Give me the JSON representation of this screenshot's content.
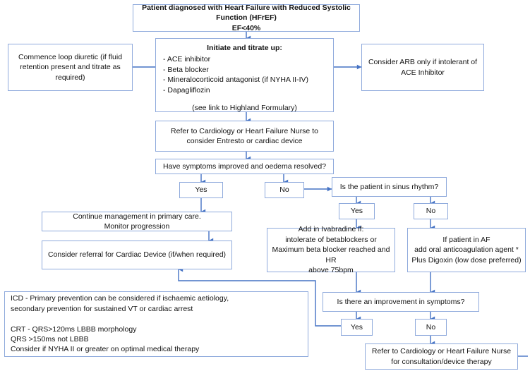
{
  "chart_data": {
    "type": "diagram",
    "title": "Heart Failure with Reduced Systolic Function (HFrEF) management flowchart",
    "nodes": [
      {
        "id": "n1",
        "label": "Patient diagnosed with Heart Failure with Reduced Systolic Function (HFrEF)\nEF<40%"
      },
      {
        "id": "n2-title",
        "label": "Initiate and titrate up:"
      },
      {
        "id": "n2-list",
        "label": "- ACE inhibitor\n- Beta blocker\n- Mineralocorticoid antagonist (if NYHA II-IV)\n- Dapagliflozin"
      },
      {
        "id": "n2-foot",
        "label": "(see link to Highland Formulary)"
      },
      {
        "id": "n3",
        "label": "Commence loop diuretic (if fluid retention present and titrate as required)"
      },
      {
        "id": "n4",
        "label": "Consider ARB only if intolerant of ACE Inhibitor"
      },
      {
        "id": "n5",
        "label": "Refer to Cardiology or Heart Failure Nurse to consider Entresto or cardiac device"
      },
      {
        "id": "n6",
        "label": "Have symptoms improved and oedema resolved?"
      },
      {
        "id": "n7",
        "label": "Yes"
      },
      {
        "id": "n8",
        "label": "No"
      },
      {
        "id": "n9",
        "label": "Is the patient in sinus rhythm?"
      },
      {
        "id": "n10",
        "label": "Yes"
      },
      {
        "id": "n11",
        "label": "No"
      },
      {
        "id": "n12",
        "label": "Continue management in primary care.\nMonitor progression"
      },
      {
        "id": "n13",
        "label": "Consider referral for Cardiac Device (if/when required)"
      },
      {
        "id": "n14",
        "label": "Add in Ivabradine if:\nintolerate of betablockers or\nMaximum beta blocker reached and HR\nabove 75bpm"
      },
      {
        "id": "n15",
        "label": "If patient in AF\nadd oral anticoagulation agent *\nPlus Digoxin (low dose preferred)"
      },
      {
        "id": "n16",
        "label": "ICD - Primary prevention can be considered if ischaemic aetiology,\n secondary prevention for sustained VT or cardiac arrest\n\nCRT - QRS>120ms LBBB morphology\nQRS >150ms not LBBB\nConsider if NYHA II or greater on optimal medical therapy"
      },
      {
        "id": "n17",
        "label": "Is there an improvement in symptoms?"
      },
      {
        "id": "n18",
        "label": "Yes"
      },
      {
        "id": "n19",
        "label": "No"
      },
      {
        "id": "n20",
        "label": "Refer to Cardiology or Heart Failure Nurse\nfor consultation/device therapy"
      }
    ],
    "edges": [
      {
        "from": "n1",
        "to": "n2",
        "label": ""
      },
      {
        "from": "n2",
        "to": "n3",
        "label": ""
      },
      {
        "from": "n2",
        "to": "n4",
        "label": ""
      },
      {
        "from": "n2",
        "to": "n5",
        "label": ""
      },
      {
        "from": "n5",
        "to": "n6",
        "label": ""
      },
      {
        "from": "n6",
        "to": "n7",
        "label": "Yes"
      },
      {
        "from": "n6",
        "to": "n8",
        "label": "No"
      },
      {
        "from": "n8",
        "to": "n9",
        "label": ""
      },
      {
        "from": "n9",
        "to": "n10",
        "label": "Yes"
      },
      {
        "from": "n9",
        "to": "n11",
        "label": "No"
      },
      {
        "from": "n7",
        "to": "n12",
        "label": ""
      },
      {
        "from": "n12",
        "to": "n13",
        "label": ""
      },
      {
        "from": "n10",
        "to": "n14",
        "label": ""
      },
      {
        "from": "n11",
        "to": "n15",
        "label": ""
      },
      {
        "from": "n14",
        "to": "n17",
        "label": ""
      },
      {
        "from": "n15",
        "to": "n17",
        "label": ""
      },
      {
        "from": "n17",
        "to": "n18",
        "label": "Yes"
      },
      {
        "from": "n17",
        "to": "n19",
        "label": "No"
      },
      {
        "from": "n18",
        "to": "n13",
        "label": ""
      },
      {
        "from": "n19",
        "to": "n20",
        "label": ""
      }
    ],
    "colors": {
      "border": "#8FAADC",
      "arrow": "#4472C4",
      "background": "#FFFFFF",
      "text": "#121212"
    }
  },
  "flowchart": {
    "title_box": "Patient diagnosed with Heart Failure with Reduced Systolic Function (HFrEF)\nEF<40%",
    "initiate": {
      "title": "Initiate and titrate up:",
      "list": "- ACE inhibitor\n- Beta blocker\n- Mineralocorticoid antagonist (if NYHA II-IV)\n- Dapagliflozin",
      "footer": "(see link to Highland Formulary)"
    },
    "loop_diuretic": "Commence loop diuretic (if fluid retention present and titrate as required)",
    "arb": "Consider ARB only if intolerant of ACE Inhibitor",
    "refer_cardiology": "Refer to Cardiology or Heart Failure Nurse to consider Entresto or cardiac device",
    "symptoms_question": "Have symptoms improved and oedema resolved?",
    "symptoms_yes": "Yes",
    "symptoms_no": "No",
    "sinus_question": "Is the patient in sinus rhythm?",
    "sinus_yes": "Yes",
    "sinus_no": "No",
    "continue_primary": "Continue management in primary care.\nMonitor progression",
    "cardiac_device": "Consider referral for Cardiac Device (if/when required)",
    "ivabradine": "Add in Ivabradine if:\nintolerate of betablockers or\nMaximum beta blocker reached and HR\nabove 75bpm",
    "af_digoxin": "If patient in AF\nadd oral anticoagulation agent *\nPlus Digoxin (low dose preferred)",
    "icd_crt_notes": "ICD - Primary prevention can be considered if ischaemic aetiology,\n secondary prevention for sustained VT or cardiac arrest\n\nCRT - QRS>120ms LBBB morphology\nQRS >150ms not LBBB\nConsider if NYHA II or greater on optimal medical therapy",
    "improvement_question": "Is there an improvement in symptoms?",
    "improvement_yes": "Yes",
    "improvement_no": "No",
    "refer_consultation": "Refer to Cardiology or Heart Failure Nurse\nfor consultation/device therapy"
  }
}
